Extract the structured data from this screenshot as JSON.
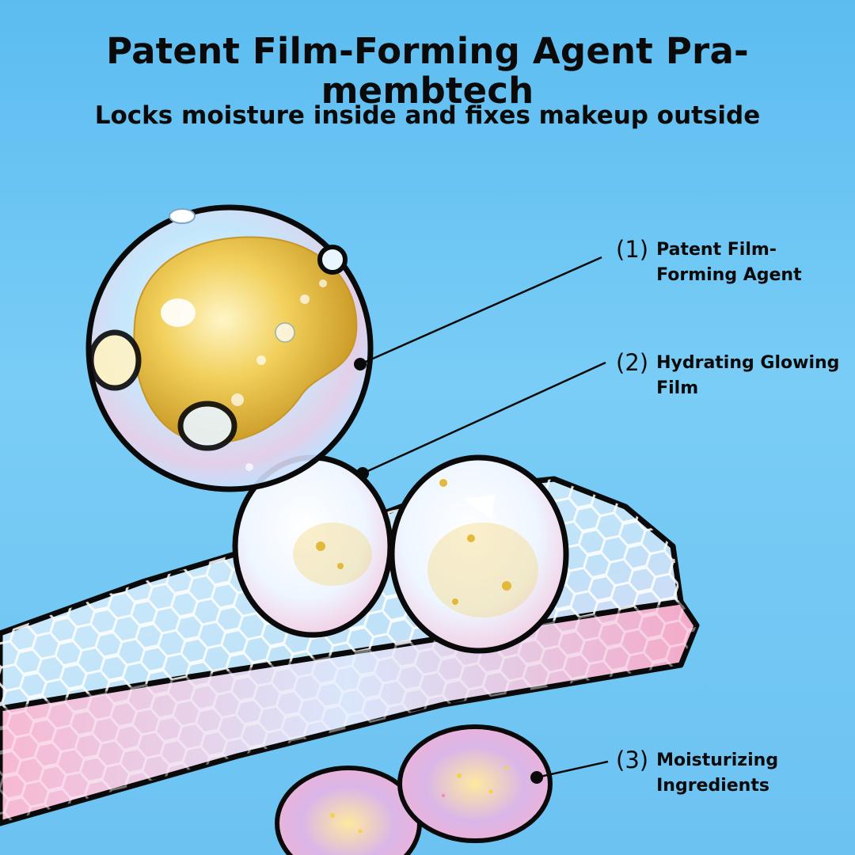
{
  "header": {
    "title": "Patent Film-Forming Agent Pra-membtech",
    "subtitle": "Locks moisture inside and fixes makeup outside"
  },
  "callouts": [
    {
      "number": "(1)",
      "text": "Patent Film-Forming Agent"
    },
    {
      "number": "(2)",
      "text": "Hydrating Glowing Film"
    },
    {
      "number": "(3)",
      "text": "Moisturizing Ingredients"
    }
  ],
  "colors": {
    "background": "#6cc2f1",
    "outline": "#0a0a0a",
    "gold": "#e2b93a",
    "pink_edge": "#f4a9c8",
    "film_blue": "#c9e8fb"
  }
}
